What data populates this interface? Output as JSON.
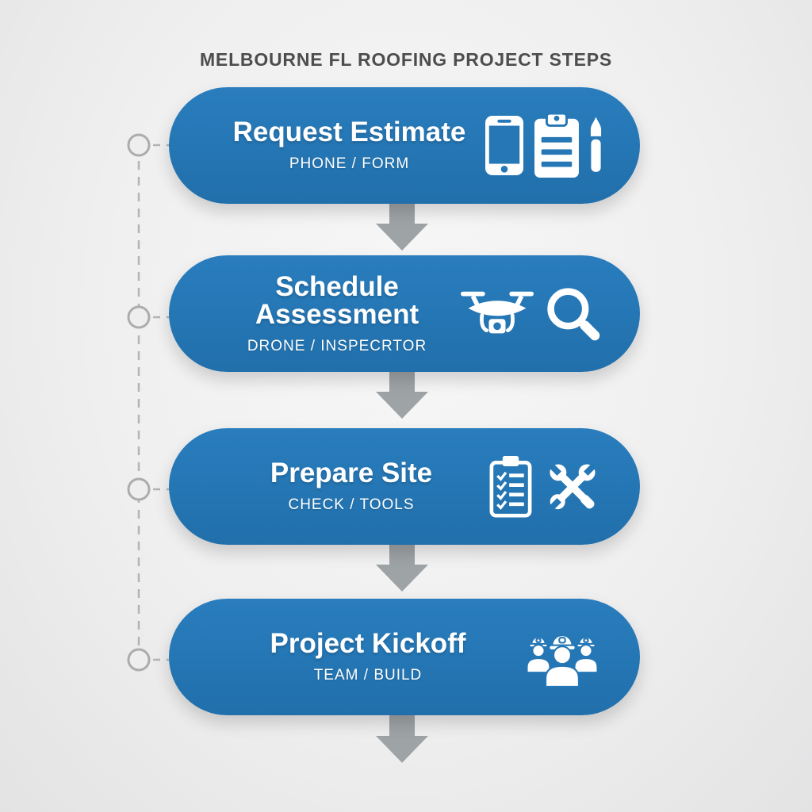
{
  "title": "MELBOURNE FL ROOFING PROJECT STEPS",
  "colors": {
    "background": "#efefef",
    "pill_blue": "#2577b5",
    "text_on_pill": "#ffffff",
    "title_text": "#4d4d4d",
    "arrow_gray": "#9ea3a6",
    "timeline_gray": "#b4b4b4"
  },
  "timeline": {
    "node_count": 4,
    "style": "dashed-vertical-line-with-circle-nodes"
  },
  "steps": [
    {
      "heading": "Request Estimate",
      "subtitle": "PHONE / FORM",
      "icons": [
        "smartphone-icon",
        "clipboard-icon",
        "pen-icon"
      ]
    },
    {
      "heading": "Schedule Assessment",
      "subtitle": "DRONE / INSPECRTOR",
      "icons": [
        "drone-icon",
        "magnifying-glass-icon"
      ]
    },
    {
      "heading": "Prepare Site",
      "subtitle": "CHECK / TOOLS",
      "icons": [
        "checklist-clipboard-icon",
        "crossed-tools-icon"
      ]
    },
    {
      "heading": "Project Kickoff",
      "subtitle": "TEAM / BUILD",
      "icons": [
        "workers-team-icon"
      ]
    }
  ]
}
